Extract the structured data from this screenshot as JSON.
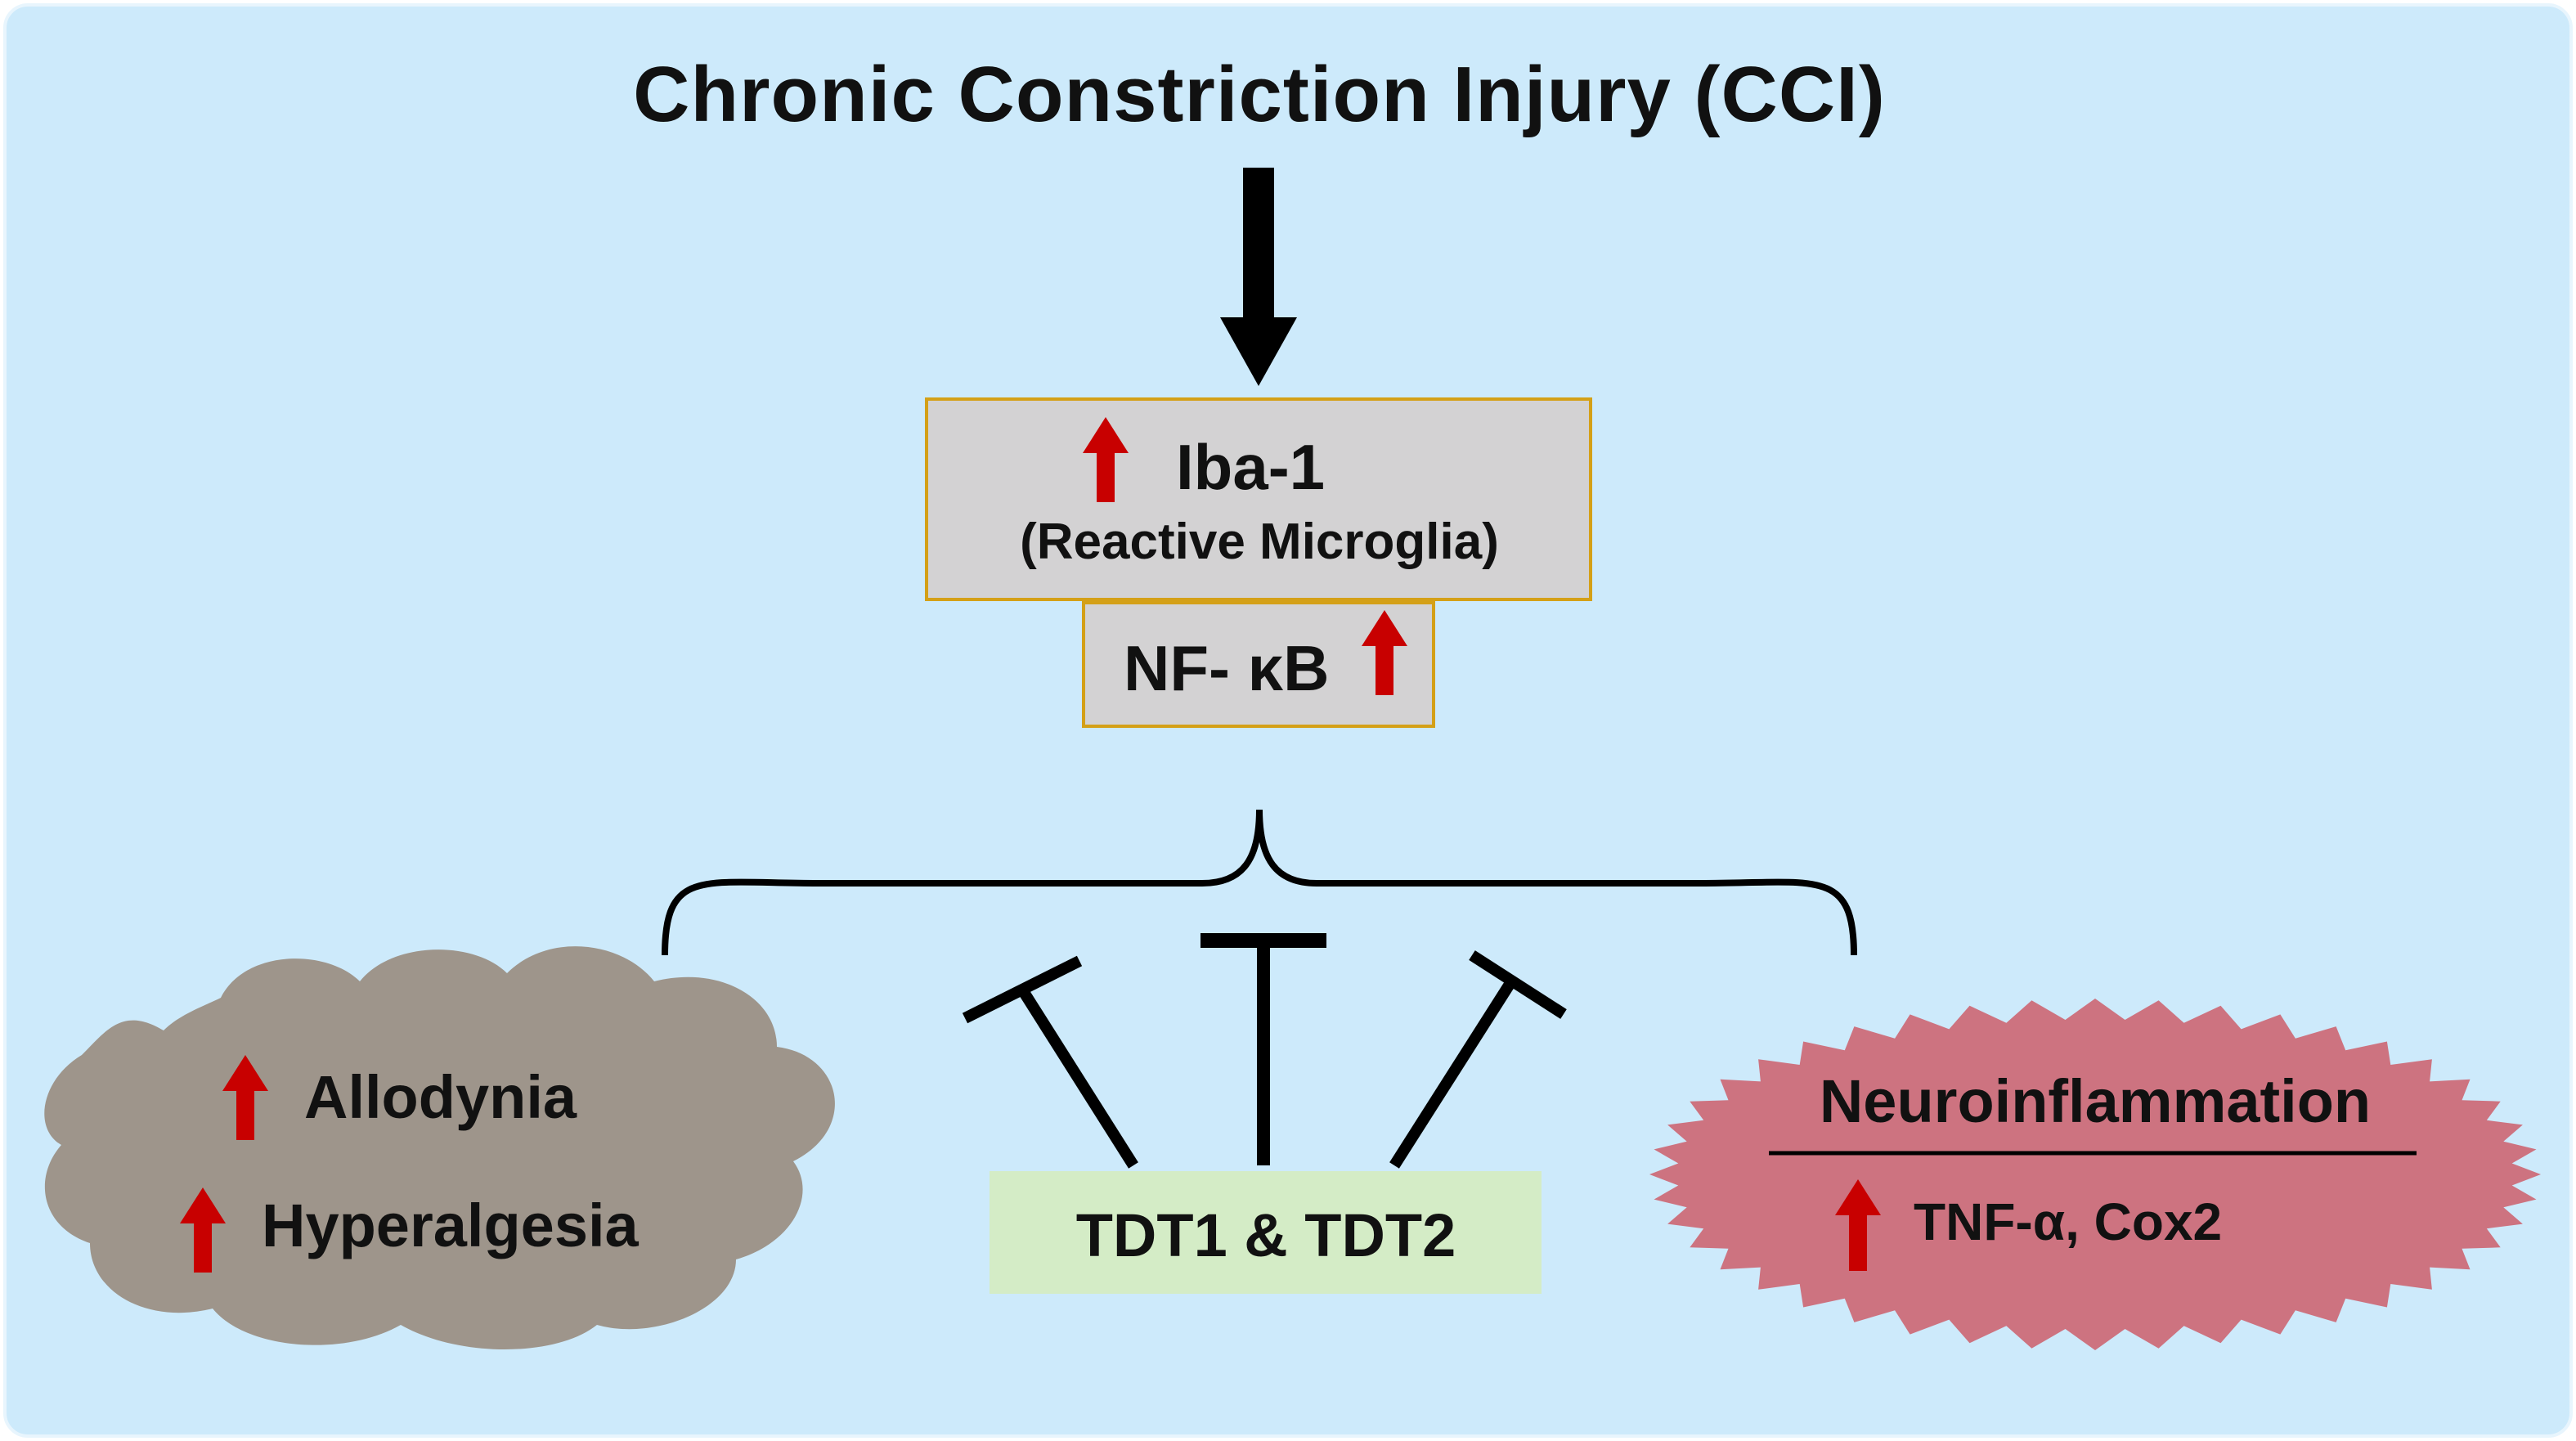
{
  "title": "Chronic Constriction Injury (CCI)",
  "iba_box": {
    "label": "Iba-1",
    "sublabel": "(Reactive Microglia)"
  },
  "nfkb_box": {
    "label": "NF- κB"
  },
  "pain_cloud": {
    "items": [
      "Allodynia",
      "Hyperalgesia"
    ]
  },
  "treatment_box": {
    "label": "TDT1 & TDT2"
  },
  "inflammation_burst": {
    "heading": "Neuroinflammation",
    "markers": "TNF-α, Cox2"
  },
  "colors": {
    "background": "#cdeafb",
    "box_fill": "#d3d2d3",
    "box_border": "#d4a017",
    "up_arrow": "#c80000",
    "cloud_fill": "#9e958b",
    "treatment_fill": "#d4ecc6",
    "burst_fill": "#cd7380",
    "line": "#000000"
  },
  "icons": {
    "up_arrow": "increase-arrow-icon",
    "inhibit": "inhibition-tbar-icon"
  }
}
